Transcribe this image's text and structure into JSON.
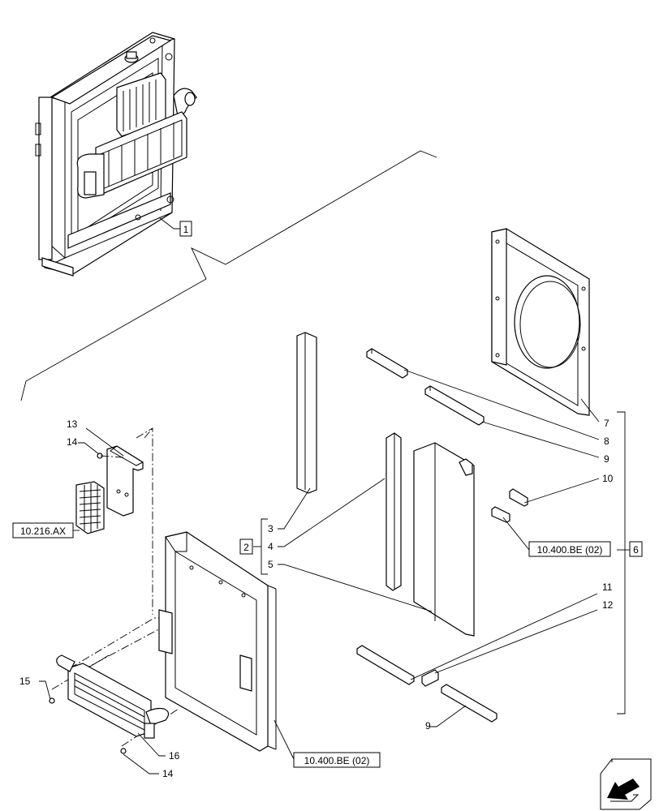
{
  "callouts": {
    "n1": "1",
    "n2": "2",
    "n3": "3",
    "n4": "4",
    "n5": "5",
    "n6": "6",
    "n7": "7",
    "n8": "8",
    "n9a": "9",
    "n9b": "9",
    "n10": "10",
    "n11": "11",
    "n12": "12",
    "n13": "13",
    "n14a": "14",
    "n14b": "14",
    "n15": "15",
    "n16": "16"
  },
  "references": {
    "ref_216": "10.216.AX",
    "ref_400_right": "10.400.BE (02)",
    "ref_400_bottom": "10.400.BE (02)"
  },
  "icons": {
    "nav_arrow": "previous-page-arrow-icon"
  }
}
